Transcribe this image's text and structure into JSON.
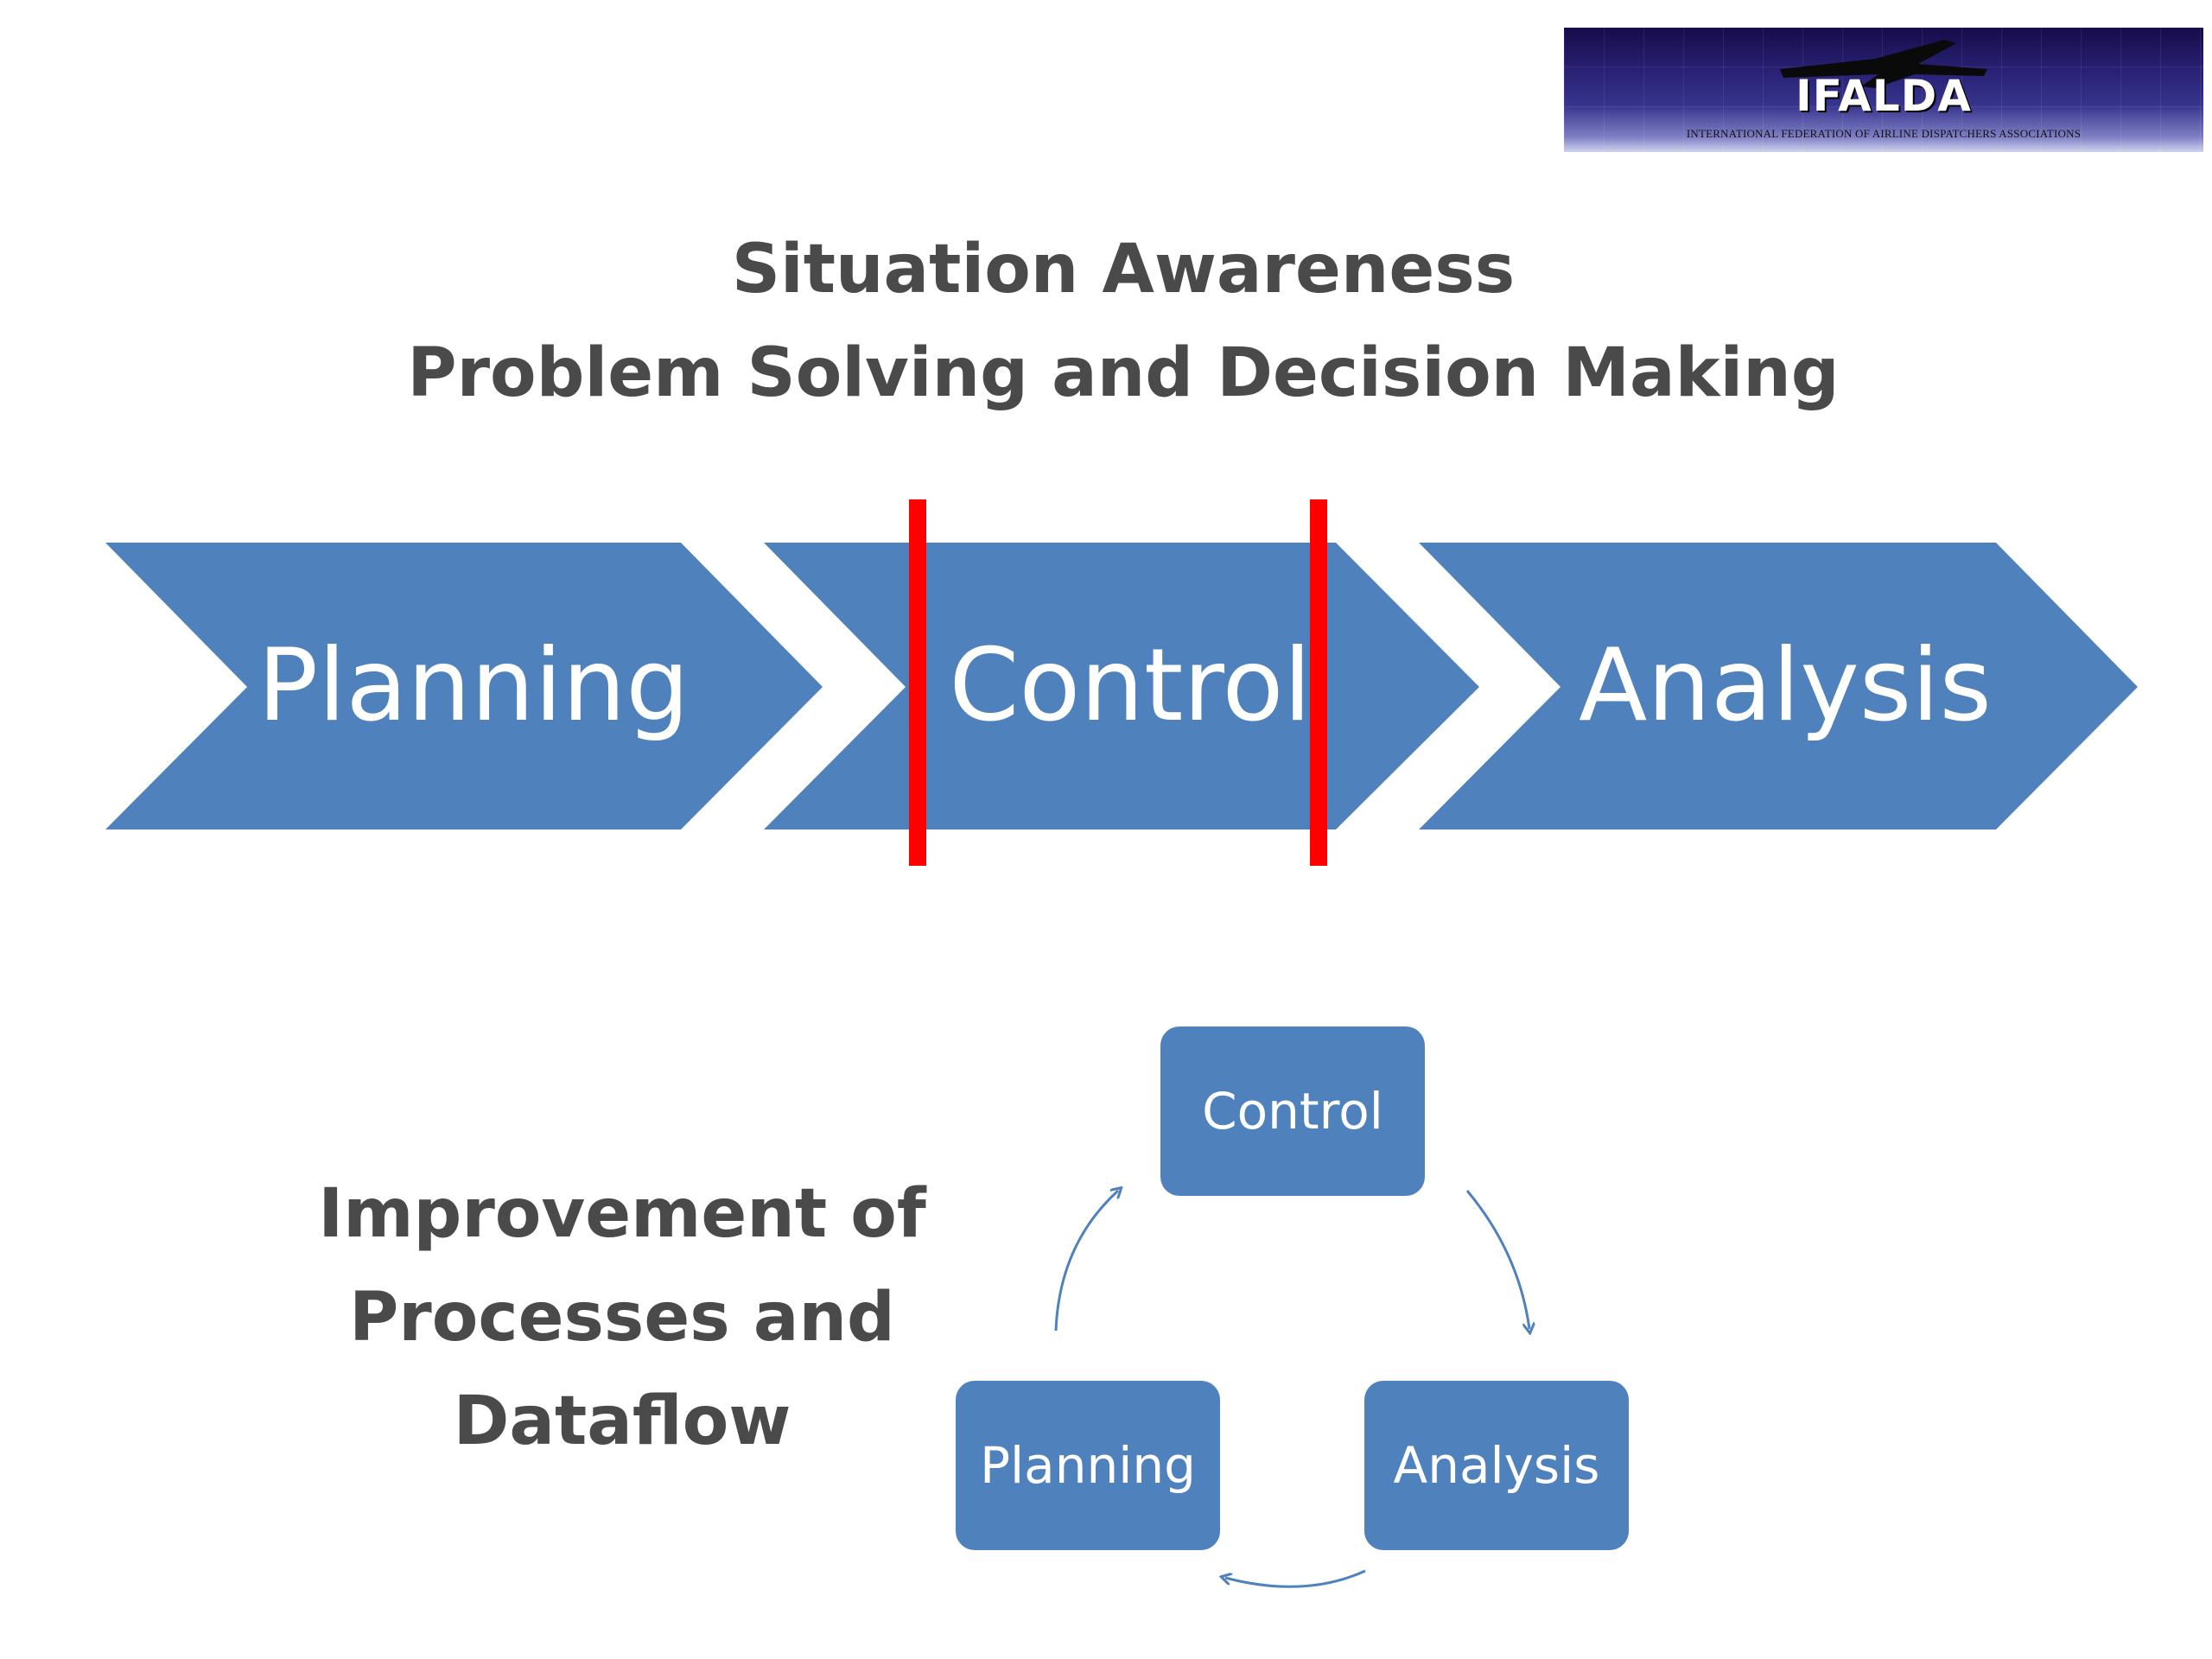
{
  "logo": {
    "name": "IFALDA",
    "tagline": "INTERNATIONAL FEDERATION OF AIRLINE DISPATCHERS ASSOCIATIONS"
  },
  "title": {
    "line1": "Situation Awareness",
    "line2": "Problem Solving and Decision Making"
  },
  "process_chevrons": [
    "Planning",
    "Control",
    "Analysis"
  ],
  "improvement_text": {
    "line1": "Improvement of",
    "line2": "Processes and",
    "line3": "Dataflow"
  },
  "cycle": {
    "top": "Control",
    "right": "Analysis",
    "left": "Planning"
  },
  "colors": {
    "chevron_fill": "#4f81bd",
    "divider_red": "#ff0000",
    "text_gray": "#4a4a4a"
  }
}
